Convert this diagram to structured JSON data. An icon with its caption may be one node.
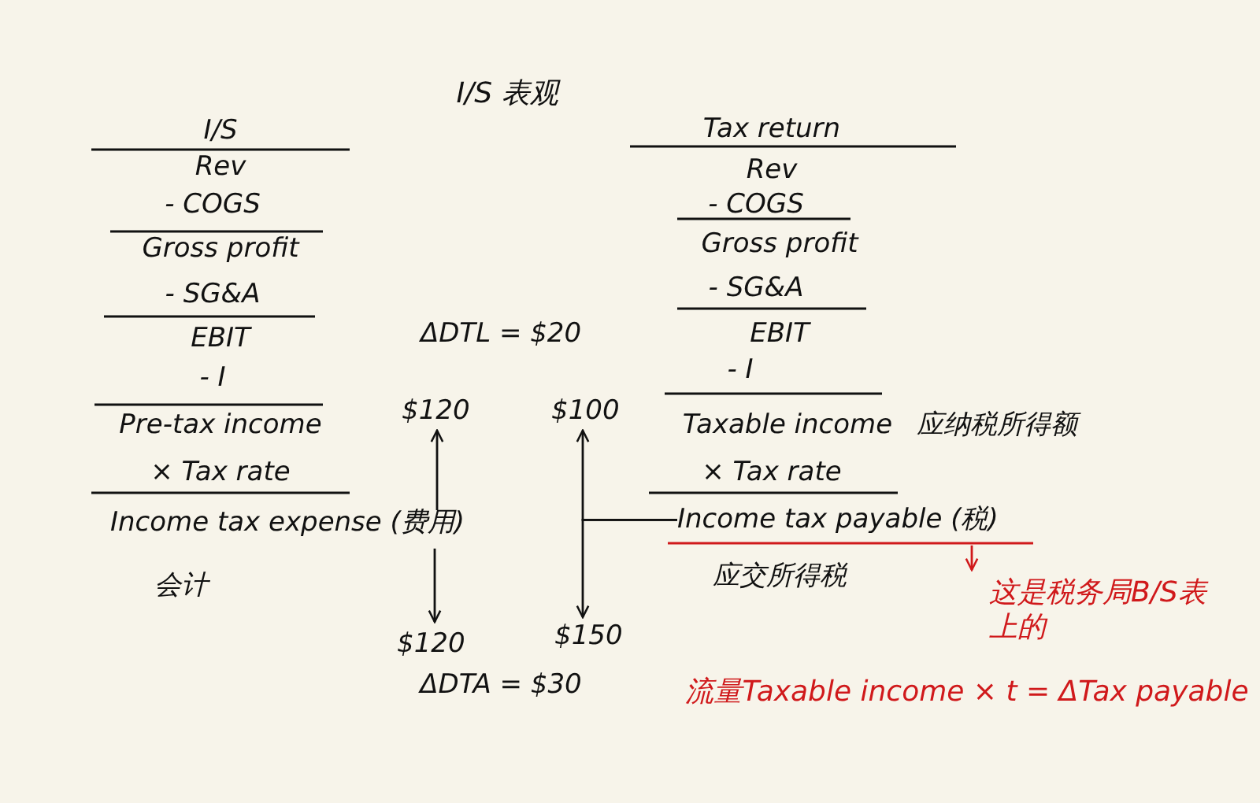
{
  "diagram": {
    "title": "I/S 表观",
    "nodes": [
      {
        "text": [
          "Income tax expense (费用)"
        ]
      },
      {
        "text": [
          "$120"
        ]
      },
      {
        "text": [
          "$120"
        ]
      },
      {
        "text": [
          "Income tax payable (税)"
        ]
      },
      {
        "text": [
          "$100"
        ]
      },
      {
        "text": [
          "$150"
        ]
      },
      {
        "text": [
          "这是税务局B/S表上的"
        ]
      }
    ],
    "edges": [
      {
        "from": 0,
        "to": 1,
        "arrow": "to"
      },
      {
        "from": 0,
        "to": 2,
        "arrow": "to"
      },
      {
        "from": 3,
        "to": 4,
        "arrow": "to"
      },
      {
        "from": 3,
        "to": 5,
        "arrow": "to"
      },
      {
        "from": 3,
        "to": 6,
        "arrow": "to",
        "color": "#d0191b"
      }
    ],
    "labels": [
      "I/S",
      "Rev",
      "- COGS",
      "Gross profit",
      "- SG&A",
      "EBIT",
      "- I",
      "Pre-tax income",
      "× Tax rate",
      "会计",
      "ΔDTL = $20",
      "ΔDTA = $30",
      "Tax return",
      "Rev",
      "- COGS",
      "Gross profit",
      "- SG&A",
      "EBIT",
      "- I",
      "Taxable income",
      "应纳税所得额",
      "× Tax rate",
      "应交所得税",
      "流量Taxable income × t = ΔTax payable"
    ]
  }
}
